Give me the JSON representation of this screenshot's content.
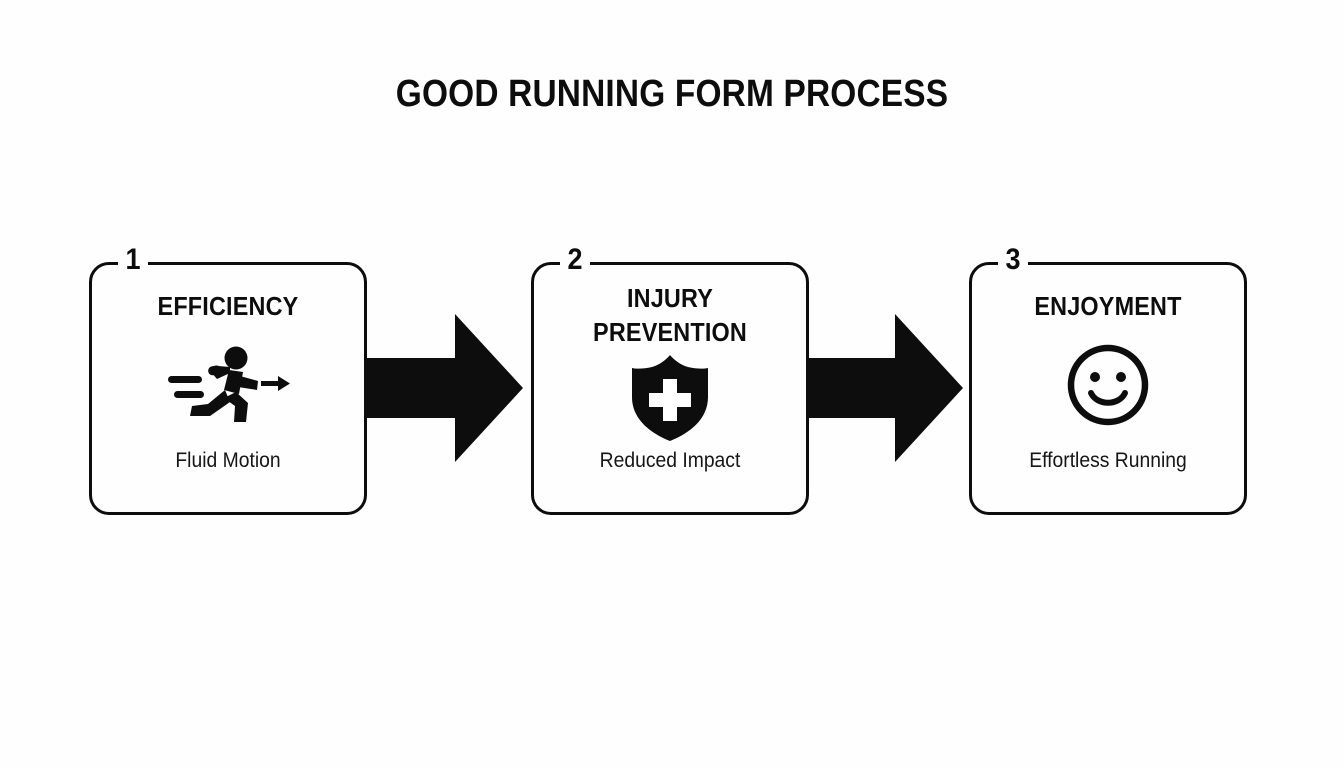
{
  "page": {
    "title": "GOOD RUNNING FORM PROCESS",
    "background_color": "#fefefe",
    "ink_color": "#0d0d0d"
  },
  "diagram": {
    "type": "linear-process-flow",
    "step_count": 3,
    "steps": [
      {
        "number": "1",
        "heading": "EFFICIENCY",
        "caption": "Fluid Motion",
        "icon": "running-person-icon"
      },
      {
        "number": "2",
        "heading": "INJURY PREVENTION",
        "caption": "Reduced Impact",
        "icon": "shield-plus-icon"
      },
      {
        "number": "3",
        "heading": "ENJOYMENT",
        "caption": "Effortless Running",
        "icon": "smiley-face-icon"
      }
    ],
    "connectors": [
      {
        "icon": "arrow-right-icon",
        "from": "1",
        "to": "2"
      },
      {
        "icon": "arrow-right-icon",
        "from": "2",
        "to": "3"
      }
    ]
  }
}
